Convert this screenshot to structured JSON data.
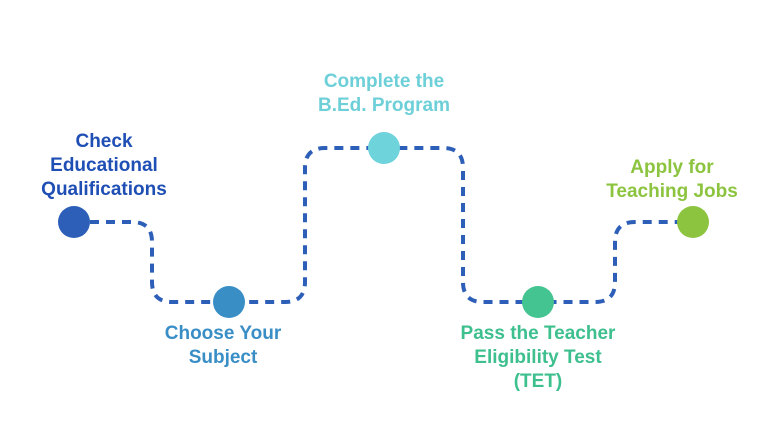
{
  "steps": [
    {
      "lines": [
        "Check",
        "Educational",
        "Qualifications"
      ],
      "color": "#1f4fb4",
      "dot_color": "#2d5fb8"
    },
    {
      "lines": [
        "Choose Your",
        "Subject"
      ],
      "color": "#3a8ec6",
      "dot_color": "#3a8ec6"
    },
    {
      "lines": [
        "Complete the",
        "B.Ed. Program"
      ],
      "color": "#6dcfd8",
      "dot_color": "#6fd3dc"
    },
    {
      "lines": [
        "Pass the Teacher",
        "Eligibility Test",
        "(TET)"
      ],
      "color": "#3dbf8e",
      "dot_color": "#44c491"
    },
    {
      "lines": [
        "Apply for",
        "Teaching Jobs"
      ],
      "color": "#8cc43f",
      "dot_color": "#8cc43f"
    }
  ],
  "path_color": "#2d5fb8"
}
